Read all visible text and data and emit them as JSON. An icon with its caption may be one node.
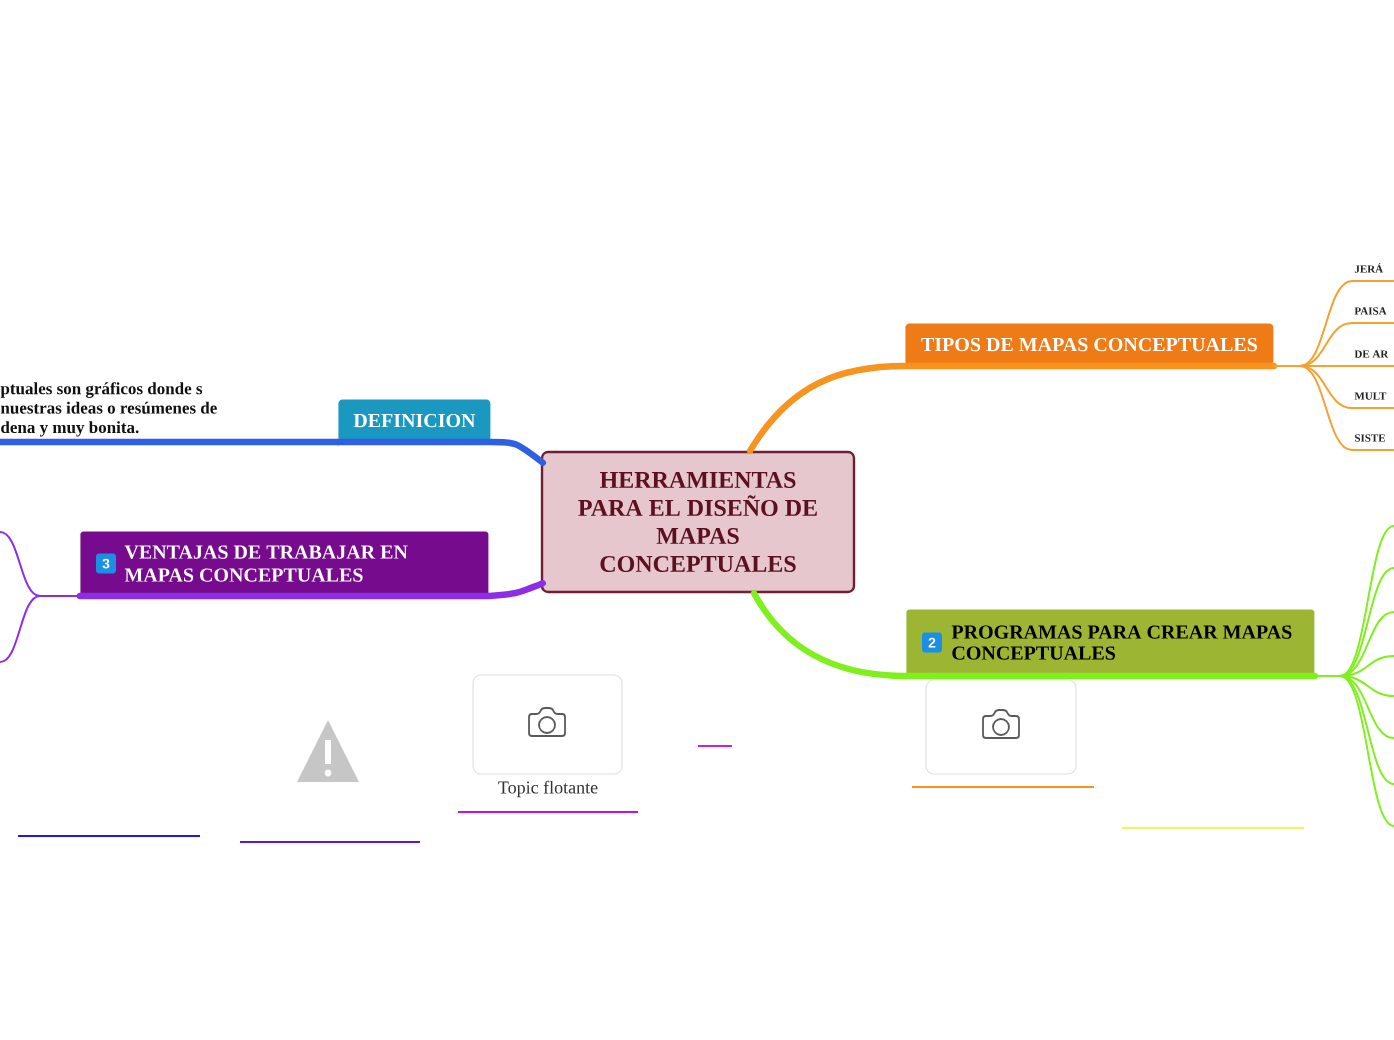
{
  "diagram": {
    "nodes": [
      {
        "text": [
          "HERRAMIENTAS PARA EL DISEÑO DE MAPAS CONCEPTUALES"
        ]
      },
      {
        "text": [
          "DEFINICION"
        ]
      },
      {
        "text": [
          "ptuales son gráficos donde s nuestras ideas o resúmenes de dena y muy bonita."
        ]
      },
      {
        "text": [
          "TIPOS DE MAPAS CONCEPTUALES"
        ]
      },
      {
        "text": [
          "JERÁ"
        ]
      },
      {
        "text": [
          "PAISA"
        ]
      },
      {
        "text": [
          "DE AR"
        ]
      },
      {
        "text": [
          "MULT"
        ]
      },
      {
        "text": [
          "SISTE"
        ]
      },
      {
        "text": [
          "3",
          "VENTAJAS DE TRABAJAR EN MAPAS CONCEPTUALES"
        ]
      },
      {
        "text": [
          "2",
          "PROGRAMAS PARA CREAR MAPAS CONCEPTUALES"
        ]
      },
      {
        "text": [
          "Topic flotante"
        ]
      }
    ],
    "edges": [
      {
        "from": 0,
        "to": 1,
        "arrow": "none",
        "style": "thick",
        "color": "#2f5fe3"
      },
      {
        "from": 1,
        "to": 2,
        "arrow": "none",
        "style": "thick",
        "color": "#2f5fe3"
      },
      {
        "from": 0,
        "to": 3,
        "arrow": "none",
        "style": "thick",
        "color": "#f7941e"
      },
      {
        "from": 3,
        "to": 4,
        "arrow": "none",
        "color": "#f7a030"
      },
      {
        "from": 3,
        "to": 5,
        "arrow": "none",
        "color": "#f7a030"
      },
      {
        "from": 3,
        "to": 6,
        "arrow": "none",
        "color": "#f7a030"
      },
      {
        "from": 3,
        "to": 7,
        "arrow": "none",
        "color": "#f7a030"
      },
      {
        "from": 3,
        "to": 8,
        "arrow": "none",
        "color": "#f7a030"
      },
      {
        "from": 0,
        "to": 9,
        "arrow": "none",
        "style": "thick",
        "color": "#8c2ee8"
      },
      {
        "from": 9,
        "to": null,
        "arrow": "none",
        "color": "#8c2ee8"
      },
      {
        "from": 9,
        "to": null,
        "arrow": "none",
        "color": "#8c2ee8"
      },
      {
        "from": 0,
        "to": 10,
        "arrow": "none",
        "style": "thick"
      },
      {
        "from": 10,
        "to": null,
        "arrow": "none"
      },
      {
        "from": 10,
        "to": null,
        "arrow": "none"
      },
      {
        "from": 10,
        "to": null,
        "arrow": "none"
      },
      {
        "from": 10,
        "to": null,
        "arrow": "none"
      },
      {
        "from": 10,
        "to": null,
        "arrow": "none"
      },
      {
        "from": 10,
        "to": null,
        "arrow": "none"
      },
      {
        "from": 10,
        "to": null,
        "arrow": "none"
      },
      {
        "from": 10,
        "to": null,
        "arrow": "none"
      }
    ]
  }
}
